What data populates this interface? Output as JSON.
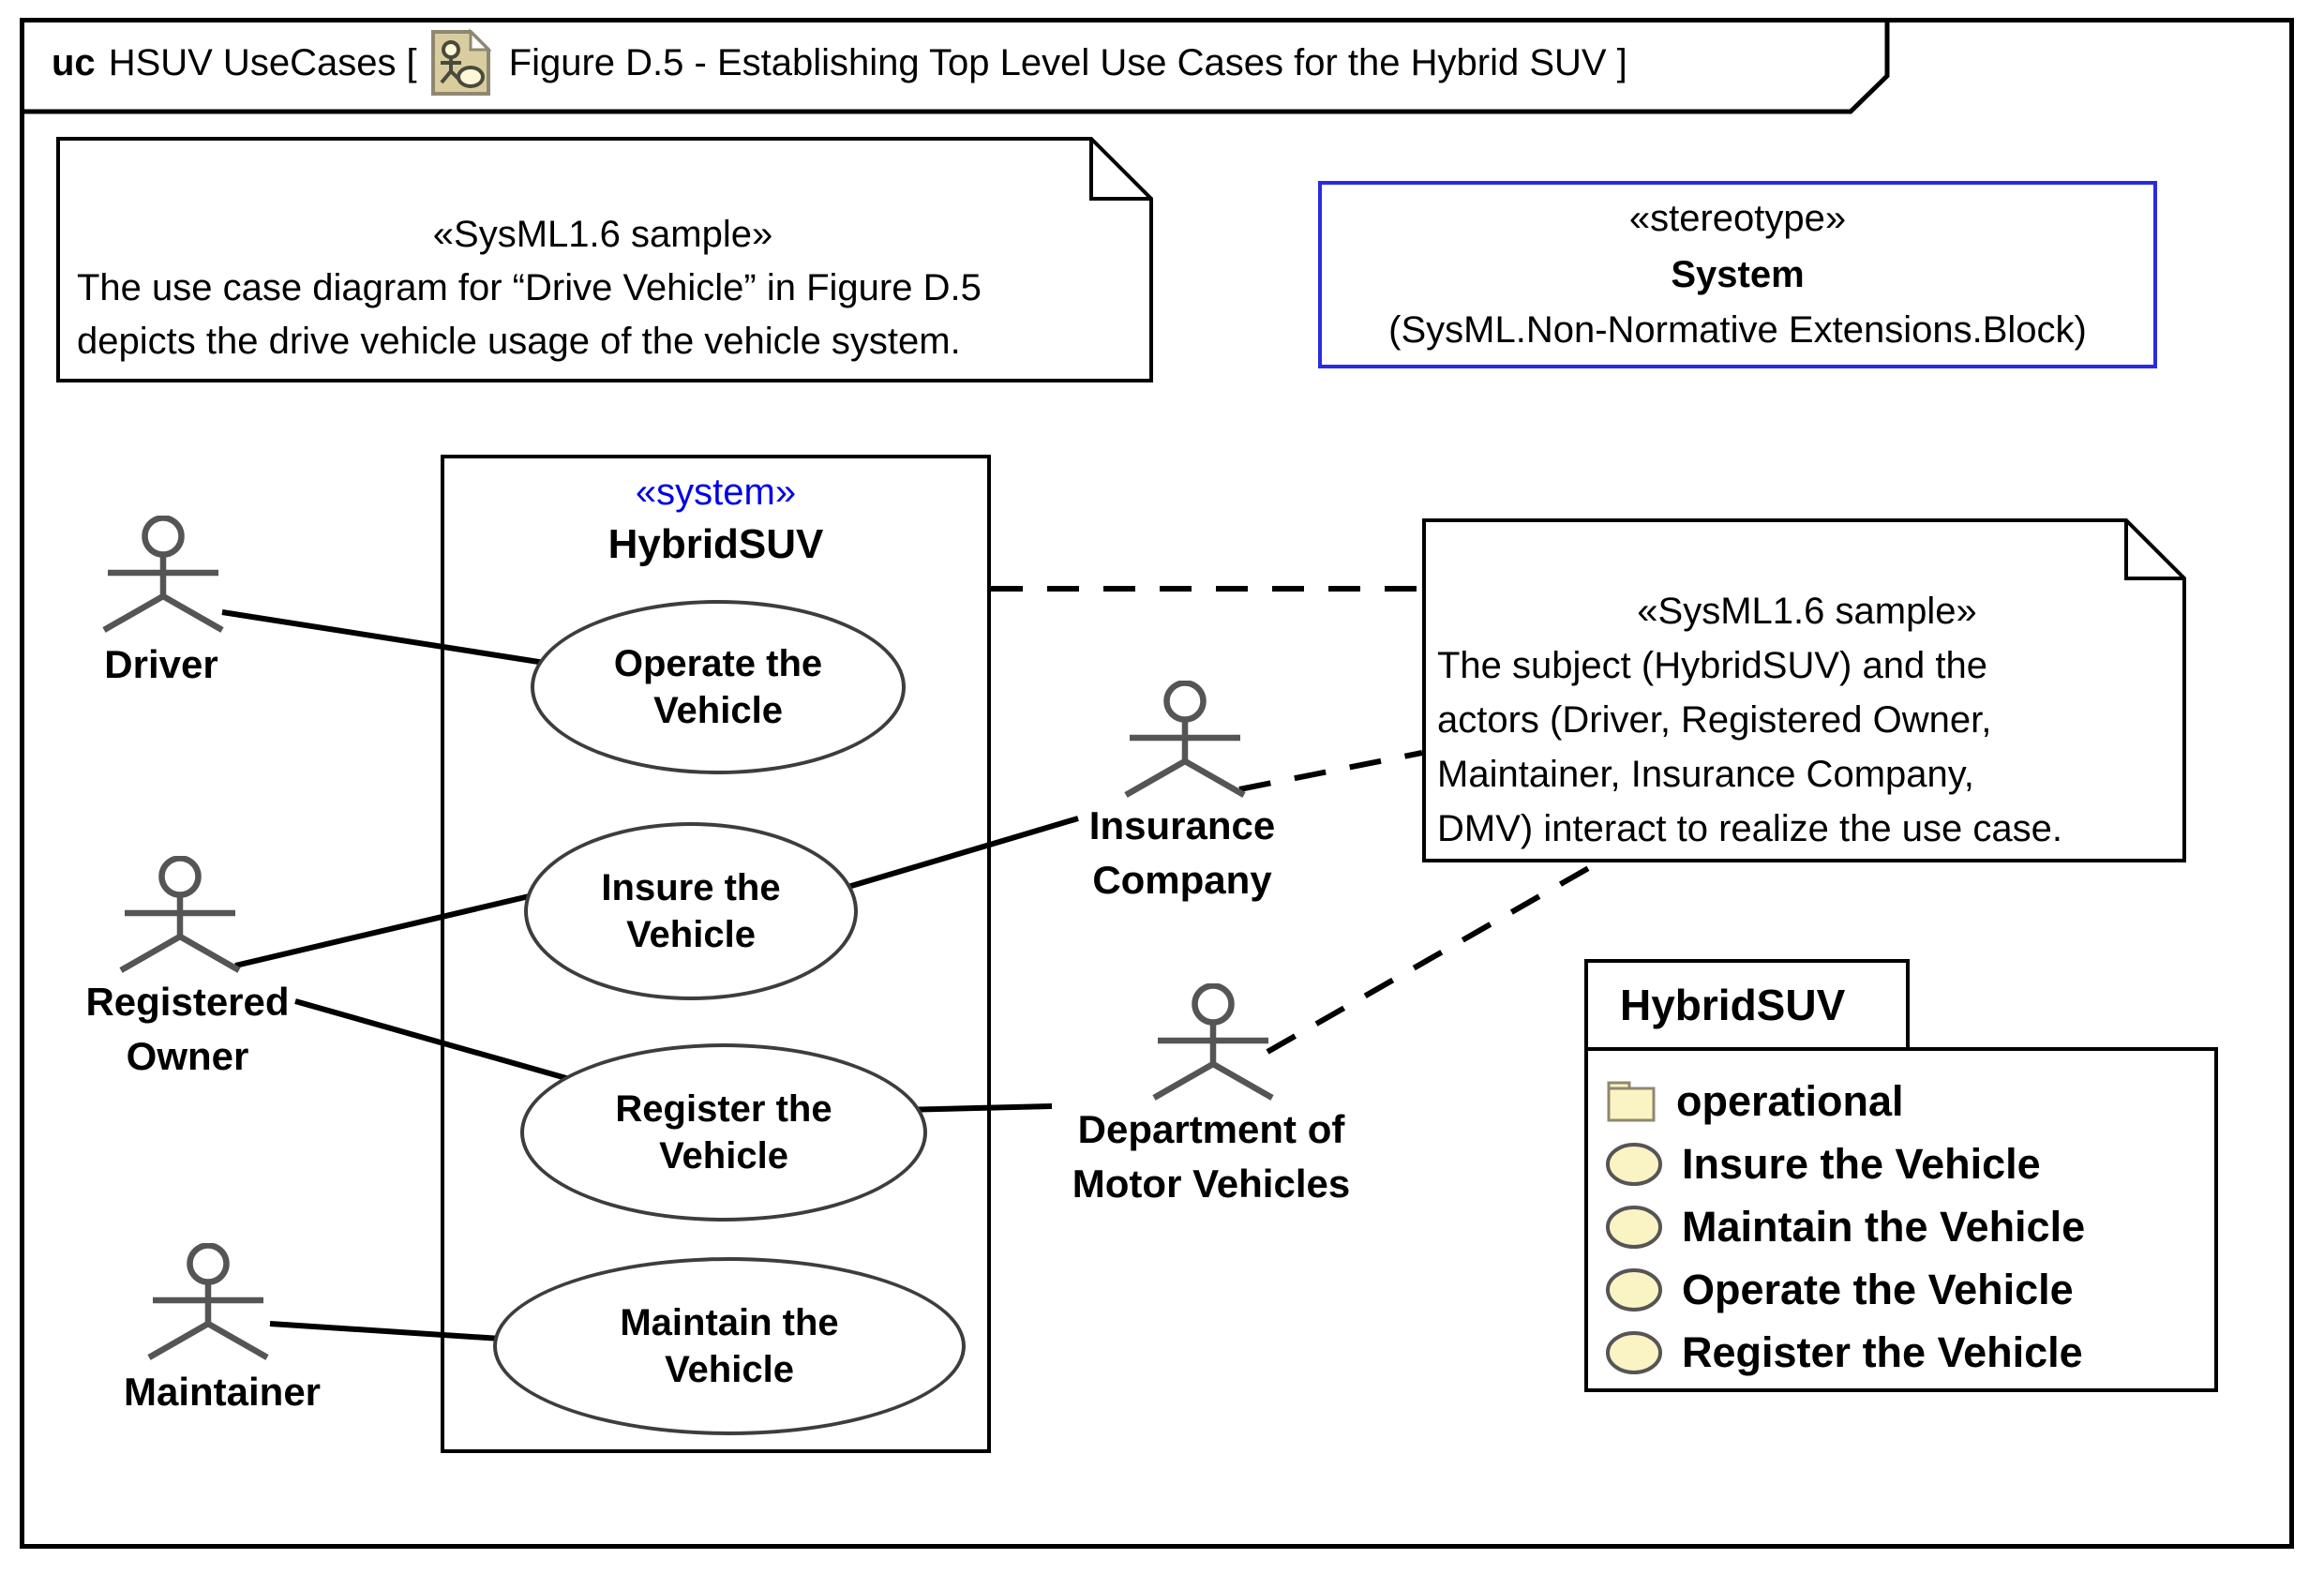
{
  "colors": {
    "background": "#ffffff",
    "line_black": "#000000",
    "stereotype_border_blue": "#2a2ae0",
    "system_keyword_blue": "#0000e8",
    "actor_gray": "#555555",
    "ellipse_border_gray": "#3d3d3d",
    "icon_document_tan": "#d9cda0",
    "icon_pale_yellow": "#fdf8d8",
    "package_symbol_yellow": "#faf3c4"
  },
  "frame": {
    "keyword": "uc",
    "model_label": "HSUV UseCases [",
    "diagram_icon": "usecase-diagram-icon",
    "figure_label": "Figure D.5 - Establishing Top Level Use Cases for the Hybrid SUV ]"
  },
  "note_top": {
    "stereotype": "«SysML1.6 sample»",
    "line1": "The use case diagram for “Drive Vehicle” in Figure D.5",
    "line2": "depicts the drive vehicle usage of the vehicle system."
  },
  "stereotype_box": {
    "stereotype": "«stereotype»",
    "name": "System",
    "path": "(SysML.Non-Normative Extensions.Block)"
  },
  "system_boundary": {
    "stereotype": "«system»",
    "name": "HybridSUV"
  },
  "use_cases": {
    "operate": {
      "line1": "Operate the",
      "line2": "Vehicle"
    },
    "insure": {
      "line1": "Insure the",
      "line2": "Vehicle"
    },
    "register": {
      "line1": "Register the",
      "line2": "Vehicle"
    },
    "maintain": {
      "line1": "Maintain the",
      "line2": "Vehicle"
    }
  },
  "actors": {
    "driver": {
      "line1": "Driver",
      "line2": ""
    },
    "registered_owner": {
      "line1": "Registered",
      "line2": "Owner"
    },
    "maintainer": {
      "line1": "Maintainer",
      "line2": ""
    },
    "insurance_company": {
      "line1": "Insurance",
      "line2": "Company"
    },
    "dmv": {
      "line1": "Department of",
      "line2": "Motor Vehicles"
    }
  },
  "note_right": {
    "stereotype": "«SysML1.6 sample»",
    "line1": "The subject (HybridSUV) and the",
    "line2": "actors (Driver, Registered Owner,",
    "line3": "Maintainer, Insurance Company,",
    "line4": "DMV) interact to realize the use case."
  },
  "package": {
    "name": "HybridSUV",
    "items": [
      {
        "icon": "folder-icon",
        "label": "operational"
      },
      {
        "icon": "usecase-icon",
        "label": "Insure the Vehicle"
      },
      {
        "icon": "usecase-icon",
        "label": "Maintain the Vehicle"
      },
      {
        "icon": "usecase-icon",
        "label": "Operate the Vehicle"
      },
      {
        "icon": "usecase-icon",
        "label": "Register the Vehicle"
      }
    ]
  }
}
